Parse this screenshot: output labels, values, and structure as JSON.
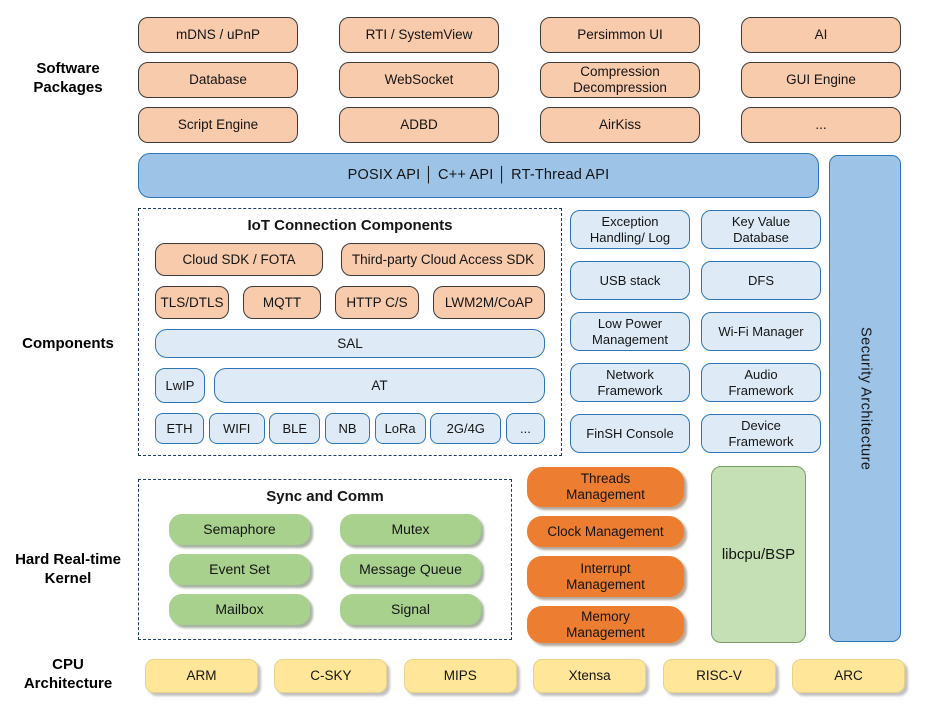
{
  "side_labels": {
    "software": "Software\nPackages",
    "components": "Components",
    "kernel": "Hard Real-time\nKernel",
    "cpu": "CPU\nArchitecture"
  },
  "software_packages": {
    "grid": [
      [
        "mDNS / uPnP",
        "RTI / SystemView",
        "Persimmon UI",
        "AI"
      ],
      [
        "Database",
        "WebSocket",
        "Compression\nDecompression",
        "GUI Engine"
      ],
      [
        "Script Engine",
        "ADBD",
        "AirKiss",
        "..."
      ]
    ]
  },
  "api_bar": {
    "label": "POSIX API │ C++ API │ RT-Thread API"
  },
  "security_bar": {
    "label": "Security Architecture"
  },
  "iot": {
    "title": "IoT Connection Components",
    "row1": [
      "Cloud SDK / FOTA",
      "Third-party Cloud Access SDK"
    ],
    "row2": [
      "TLS/DTLS",
      "MQTT",
      "HTTP C/S",
      "LWM2M/CoAP"
    ],
    "sal": "SAL",
    "lwip": "LwIP",
    "at": "AT",
    "links": [
      "ETH",
      "WIFI",
      "BLE",
      "NB",
      "LoRa",
      "2G/4G",
      "..."
    ]
  },
  "components": {
    "boxes": [
      "Exception\nHandling/ Log",
      "Key Value\nDatabase",
      "USB stack",
      "DFS",
      "Low Power\nManagement",
      "Wi-Fi Manager",
      "Network\nFramework",
      "Audio\nFramework",
      "FinSH Console",
      "Device\nFramework"
    ]
  },
  "kernel": {
    "title": "Sync and Comm",
    "pills": [
      "Semaphore",
      "Mutex",
      "Event Set",
      "Message Queue",
      "Mailbox",
      "Signal"
    ],
    "mgmt": [
      "Threads\nManagement",
      "Clock Management",
      "Interrupt\nManagement",
      "Memory\nManagement"
    ],
    "libcpu": "libcpu/BSP"
  },
  "cpu": {
    "items": [
      "ARM",
      "C-SKY",
      "MIPS",
      "Xtensa",
      "RISC-V",
      "ARC"
    ]
  },
  "colors": {
    "package_fill": "#F8CBAD",
    "api_fill": "#9DC3E6",
    "api_border": "#2E75B6",
    "component_fill": "#DEEBF7",
    "kernel_green": "#A9D18E",
    "mgmt_orange": "#ED7D31",
    "libcpu_green": "#C5E0B4",
    "cpu_yellow": "#FFE699",
    "dash_border": "#1F3864"
  }
}
